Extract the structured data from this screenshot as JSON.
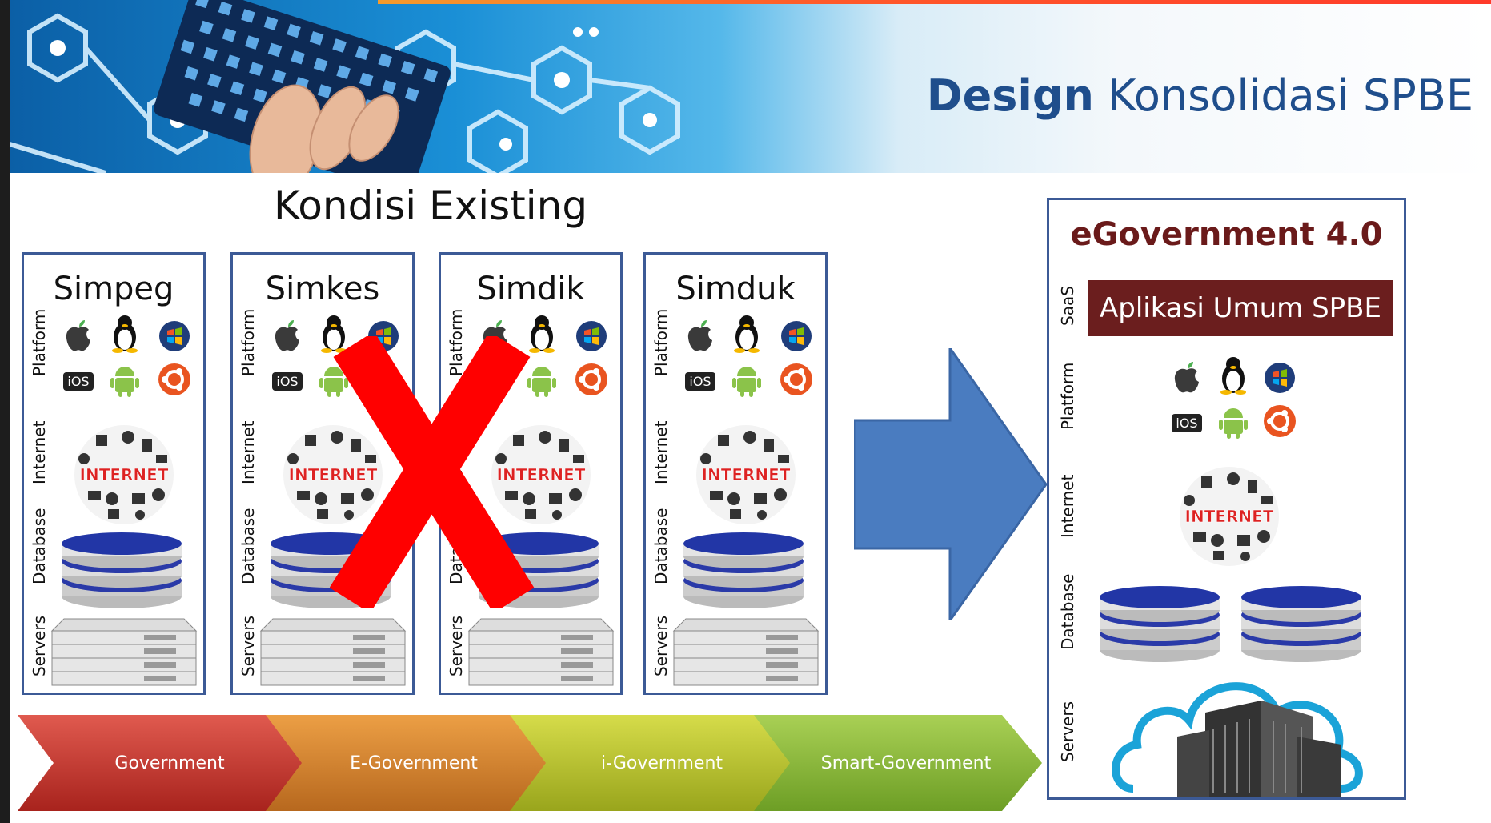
{
  "header": {
    "title_bold": "Design",
    "title_rest": "Konsolidasi SPBE"
  },
  "existing": {
    "title": "Kondisi Existing",
    "layer_labels": [
      "Platform",
      "Internet",
      "Database",
      "Servers"
    ],
    "columns": [
      {
        "name": "Simpeg"
      },
      {
        "name": "Simkes"
      },
      {
        "name": "Simdik"
      },
      {
        "name": "Simduk"
      }
    ],
    "os_icons": [
      "apple-icon",
      "linux-icon",
      "windows-icon",
      "ios-icon",
      "android-icon",
      "ubuntu-icon"
    ],
    "ios_text": "iOS",
    "internet_text": "INTERNET"
  },
  "target": {
    "title": "eGovernment 4.0",
    "saas_label": "SaaS",
    "saas_app": "Aplikasi Umum SPBE",
    "layer_labels": [
      "Platform",
      "Internet",
      "Database",
      "Servers"
    ]
  },
  "stages": [
    {
      "label": "Government",
      "color": "#c0312b"
    },
    {
      "label": "E-Government",
      "color": "#d8842a"
    },
    {
      "label": "i-Government",
      "color": "#b8c52a"
    },
    {
      "label": "Smart-Government",
      "color": "#8fbe3a"
    }
  ],
  "colors": {
    "frame": "#3c5a96",
    "title_blue": "#1f4e8c",
    "dark_red": "#6b1e1e",
    "arrow": "#4a7cc0",
    "cross": "#ff0000"
  }
}
